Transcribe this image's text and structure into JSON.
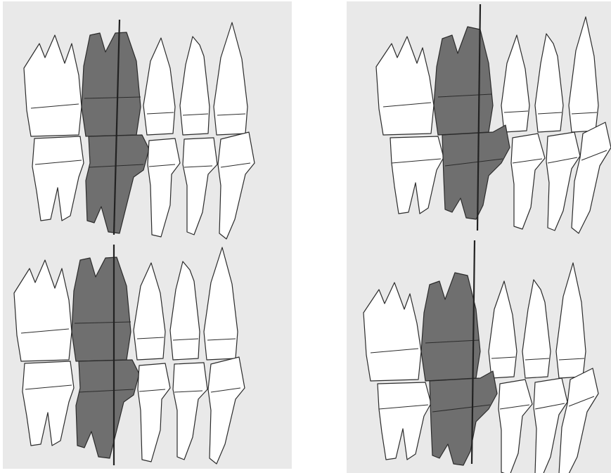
{
  "figure": {
    "panel_count": 2,
    "illustrations": [
      {
        "panel": "left",
        "position": "upper",
        "highlight": "first-molar"
      },
      {
        "panel": "left",
        "position": "lower",
        "highlight": "first-molar"
      },
      {
        "panel": "right",
        "position": "upper",
        "highlight": "first-molar"
      },
      {
        "panel": "right",
        "position": "lower",
        "highlight": "first-molar"
      }
    ],
    "colors": {
      "panel_background": "#e9e9e9",
      "tooth_fill": "#ffffff",
      "highlighted_tooth_fill": "#6f6f6f",
      "outline": "#2b2b2b",
      "reference_line": "#222222"
    }
  }
}
